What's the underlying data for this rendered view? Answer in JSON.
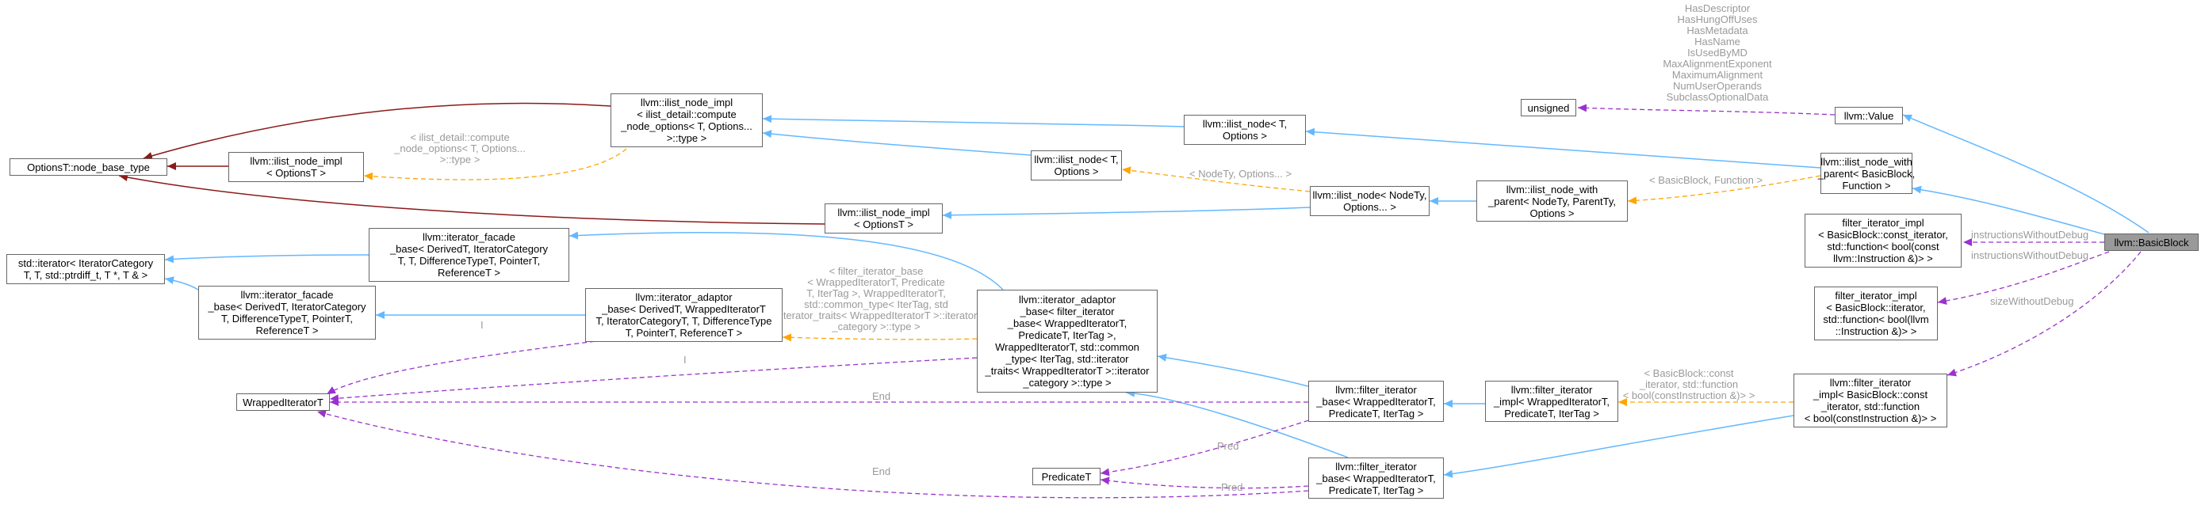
{
  "colors": {
    "inherit": "#63b8ff",
    "protected": "#8b1a1a",
    "usage": "#9a32cd",
    "template": "#ffa500",
    "label_text": "#9a9a9a",
    "highlight_fill": "#999999"
  },
  "nodes": {
    "basic_block": "llvm::BasicBlock",
    "value": "llvm::Value",
    "unsigned": "unsigned",
    "ilist_node_with_parent_bb": "llvm::ilist_node_with\n_parent< BasicBlock,\nFunction >",
    "filter_impl_const": "filter_iterator_impl\n< BasicBlock::const_iterator,\nstd::function< bool(const\nllvm::Instruction &)> >",
    "filter_impl_nonconst": "filter_iterator_impl\n< BasicBlock::iterator,\nstd::function< bool(llvm\n::Instruction &)> >",
    "llvm_filter_impl_bb": "llvm::filter_iterator\n_impl< BasicBlock::const\n_iterator, std::function\n< bool(constInstruction &)> >",
    "ilist_node_t": "llvm::ilist_node< T,\nOptions >",
    "ilist_node_impl_compute": "llvm::ilist_node_impl\n< ilist_detail::compute\n_node_options< T, Options...\n>::type >",
    "ilist_node_t_options_mid": "llvm::ilist_node< T,\nOptions >",
    "ilist_node_nodety": "llvm::ilist_node< NodeTy,\nOptions... >",
    "ilist_node_with_parent_generic": "llvm::ilist_node_with\n_parent< NodeTy, ParentTy,\nOptions >",
    "ilist_node_impl_optionst_top": "llvm::ilist_node_impl\n< OptionsT >",
    "ilist_node_impl_optionst_mid": "llvm::ilist_node_impl\n< OptionsT >",
    "optionst_base": "OptionsT::node_base_type",
    "std_iterator": "std::iterator< IteratorCategory\nT, T, std::ptrdiff_t, T *, T & >",
    "iterator_facade_top": "llvm::iterator_facade\n_base< DerivedT, IteratorCategory\nT, T, DifferenceTypeT, PointerT,\nReferenceT >",
    "iterator_facade_bottom": "llvm::iterator_facade\n_base< DerivedT, IteratorCategory\nT, DifferenceTypeT, PointerT,\nReferenceT >",
    "iterator_adaptor_generic": "llvm::iterator_adaptor\n_base< DerivedT, WrappedIteratorT\nT, IteratorCategoryT, T, DifferenceType\nT, PointerT, ReferenceT >",
    "iterator_adaptor_filter": "llvm::iterator_adaptor\n_base< filter_iterator\n_base< WrappedIteratorT,\nPredicateT, IterTag >,\nWrappedIteratorT, std::common\n_type< IterTag, std::iterator\n_traits< WrappedIteratorT >::iterator\n_category >::type >",
    "wrapped_iterator": "WrappedIteratorT",
    "predicate": "PredicateT",
    "filter_base_top": "llvm::filter_iterator\n_base< WrappedIteratorT,\nPredicateT, IterTag >",
    "filter_base_bottom": "llvm::filter_iterator\n_base< WrappedIteratorT,\nPredicateT, IterTag >",
    "filter_impl_generic": "llvm::filter_iterator\n_impl< WrappedIteratorT,\nPredicateT, IterTag >"
  },
  "labels": {
    "value_members": "HasDescriptor\nHasHungOffUses\nHasMetadata\nHasName\nIsUsedByMD\nMaxAlignmentExponent\nMaximumAlignment\nNumUserOperands\nSubclassOptionalData",
    "bb_function": "< BasicBlock, Function >",
    "nodety_options": "< NodeTy, Options... >",
    "compute_options": "< ilist_detail::compute\n_node_options< T, Options...\n>::type >",
    "filter_base_tpl": "< filter_iterator_base\n< WrappedIteratorT, Predicate\nT, IterTag >, WrappedIteratorT,\nstd::common_type< IterTag, std\n::iterator_traits< WrappedIteratorT >::iterator\n_category >::type >",
    "bb_const_iter_tpl": "< BasicBlock::const\n_iterator, std::function\n< bool(constInstruction &)> >",
    "instructions_without_debug_1": "instructionsWithoutDebug",
    "instructions_without_debug_2": "instructionsWithoutDebug",
    "size_without_debug": "sizeWithoutDebug",
    "i_1": "I",
    "i_2": "I",
    "end_1": "End",
    "end_2": "End",
    "pred_1": "Pred",
    "pred_2": "Pred"
  }
}
